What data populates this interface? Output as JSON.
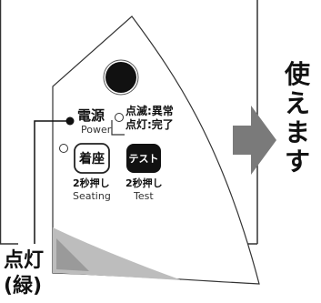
{
  "panel": {
    "power_label_jp": "電源",
    "power_label_en": "Power",
    "status_line1": "点滅:異常",
    "status_line2": "点灯:完了",
    "seating_button": "着座",
    "test_button": "テスト",
    "seating_hint_jp": "2秒押し",
    "seating_hint_en": "Seating",
    "test_hint_jp": "2秒押し",
    "test_hint_en": "Test"
  },
  "callout": {
    "line1": "点灯",
    "line2": "(緑)"
  },
  "result": {
    "chars": [
      "使",
      "え",
      "ま",
      "す"
    ]
  },
  "colors": {
    "arrow": "#7a7a7a",
    "panel_border": "#333333",
    "test_button_bg": "#111111"
  }
}
